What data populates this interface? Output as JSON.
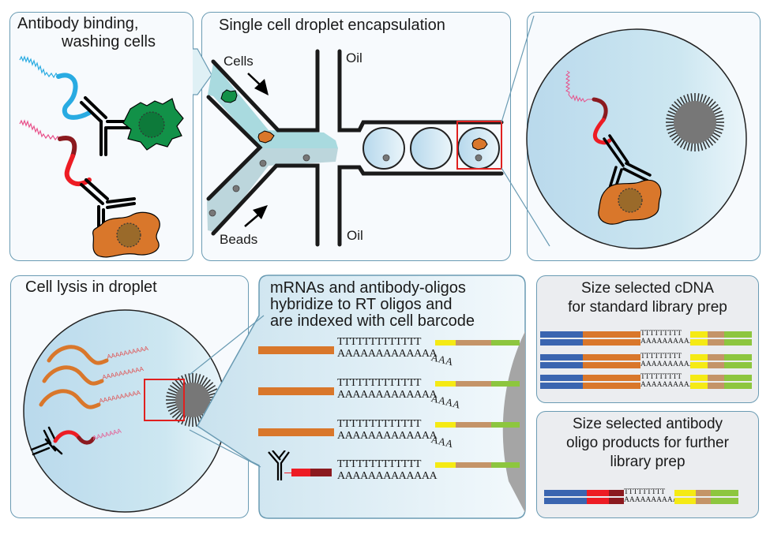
{
  "panels": {
    "antibody_binding": {
      "title_line1": "Antibody binding,",
      "title_line2": "washing cells"
    },
    "encapsulation": {
      "title": "Single cell droplet encapsulation",
      "labels": {
        "cells": "Cells",
        "beads": "Beads",
        "oil_top": "Oil",
        "oil_bottom": "Oil"
      }
    },
    "droplet_zoom": {
      "title": ""
    },
    "cell_lysis": {
      "title": "Cell lysis in droplet"
    },
    "hybridize": {
      "title_line1": "mRNAs and antibody-oligos",
      "title_line2": "hybridize to RT oligos and",
      "title_line3": "are indexed with cell barcode",
      "rows": [
        {
          "t_seq": "TTTTTTTTTTTTT",
          "a_seq": "AAAAAAAAAAAAA",
          "a_tail": "AAA",
          "type": "mRNA"
        },
        {
          "t_seq": "TTTTTTTTTTTTT",
          "a_seq": "AAAAAAAAAAAAA",
          "a_tail": "AAAA",
          "type": "mRNA"
        },
        {
          "t_seq": "TTTTTTTTTTTTT",
          "a_seq": "AAAAAAAAAAAAA",
          "a_tail": "AAA",
          "type": "mRNA"
        },
        {
          "t_seq": "TTTTTTTTTTTTT",
          "a_seq": "AAAAAAAAAAAAA",
          "a_tail": "",
          "type": "antibody-oligo"
        }
      ]
    },
    "cdna": {
      "title_line1": "Size selected cDNA",
      "title_line2": "for standard library prep",
      "t_seq": "TTTTTTTTT",
      "a_seq": "AAAAAAAAAA",
      "product_count": 3
    },
    "antibody_products": {
      "title_line1": "Size selected antibody",
      "title_line2": "oligo products for further",
      "title_line3": "library prep",
      "t_seq": "TTTTTTTTT",
      "a_seq": "AAAAAAAAAA",
      "product_count": 1
    }
  },
  "polyA_labels": {
    "blue_oligo": "AAAAAAAAAA",
    "red_oligo": "AAAAAAAAAA",
    "mrna": "AAAAAAAAAA",
    "lysis_antibody": "AAAAAAA"
  },
  "colors": {
    "panel_border": "#6a9bb3",
    "droplet_fill": "#c6e3ef",
    "mrna_orange": "#d9772b",
    "blue_oligo": "#29abe2",
    "red": "#ed1c24",
    "dark_red": "#8b1a1f",
    "pink": "#e8508a",
    "yellow_barcode": "#f5ea14",
    "tan_umi": "#c49468",
    "green_adapter": "#8dc63f",
    "blue_adapter": "#3a65b0",
    "bead_grey": "#777777",
    "green_cell": "#129148",
    "orange_cell": "#d9772b",
    "highlight_box": "#e0201f"
  }
}
